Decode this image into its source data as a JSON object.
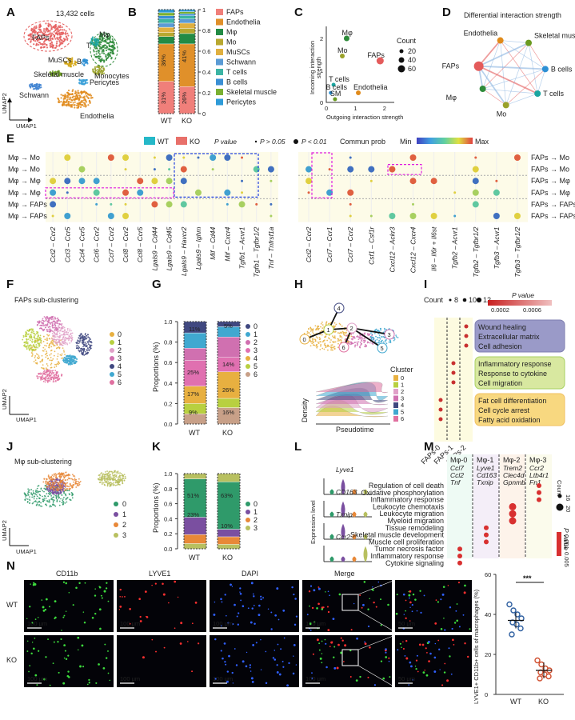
{
  "panel_letters": [
    "A",
    "B",
    "C",
    "D",
    "E",
    "F",
    "G",
    "H",
    "I",
    "J",
    "K",
    "L",
    "M",
    "N"
  ],
  "panelA": {
    "cell_count": "13,432 cells",
    "labels": [
      {
        "text": "FAPs",
        "color": "#e45b5b"
      },
      {
        "text": "Mφ",
        "color": "#2e8b3a"
      },
      {
        "text": "T",
        "color": "#1aa5a0"
      },
      {
        "text": "MuSCs",
        "color": "#d4a40f"
      },
      {
        "text": "B",
        "color": "#2e8fd4"
      },
      {
        "text": "Monocytes",
        "color": "#9aa12a"
      },
      {
        "text": "Skeletal muscle",
        "color": "#6a9a20"
      },
      {
        "text": "Pericytes",
        "color": "#3aa0d8"
      },
      {
        "text": "Schwann",
        "color": "#3a7fd0"
      },
      {
        "text": "Endothelia",
        "color": "#e08a1a"
      }
    ],
    "x_axis": "UMAP1",
    "y_axis": "UMAP2"
  },
  "panelB": {
    "groups": [
      "WT",
      "KO"
    ],
    "ticks": [
      "0",
      "0.2",
      "0.4",
      "0.6",
      "0.8",
      "1"
    ],
    "bar_labels": [
      "31%",
      "36%",
      "26%",
      "41%"
    ],
    "legend": [
      {
        "name": "FAPs",
        "color": "#f07f7a"
      },
      {
        "name": "Endothelia",
        "color": "#e0902a"
      },
      {
        "name": "Mφ",
        "color": "#238b45"
      },
      {
        "name": "Mo",
        "color": "#b8a830"
      },
      {
        "name": "MuSCs",
        "color": "#e0b040"
      },
      {
        "name": "Schwann",
        "color": "#5b9bd5"
      },
      {
        "name": "T cells",
        "color": "#3cb4a4"
      },
      {
        "name": "B cells",
        "color": "#3a8fd4"
      },
      {
        "name": "Skeletal muscle",
        "color": "#7ab032"
      },
      {
        "name": "Pericytes",
        "color": "#2e9bd8"
      }
    ]
  },
  "panelC": {
    "x_axis": "Outgoing interaction strength",
    "y_axis": "Incoming interaction\nstrength",
    "x_ticks": [
      "0",
      "1",
      "2"
    ],
    "y_ticks": [
      "0",
      "1",
      "2"
    ],
    "points": [
      {
        "name": "Mφ",
        "x": 0.7,
        "y": 2.0,
        "count": 40,
        "color": "#2e8b3a"
      },
      {
        "name": "Mo",
        "x": 0.55,
        "y": 1.45,
        "count": 30,
        "color": "#9aa12a"
      },
      {
        "name": "FAPs",
        "x": 1.85,
        "y": 1.3,
        "count": 60,
        "color": "#e45b5b"
      },
      {
        "name": "T cells",
        "x": 0.25,
        "y": 0.55,
        "count": 20,
        "color": "#1aa5a0"
      },
      {
        "name": "B cells",
        "x": 0.15,
        "y": 0.3,
        "count": 15,
        "color": "#2e8fd4"
      },
      {
        "name": "Endothelia",
        "x": 1.1,
        "y": 0.3,
        "count": 30,
        "color": "#e08a1a"
      },
      {
        "name": "SM",
        "x": 0.3,
        "y": 0.1,
        "count": 20,
        "color": "#6a9a20"
      }
    ],
    "legend_title": "Count",
    "legend_values": [
      "20",
      "40",
      "60"
    ]
  },
  "panelD": {
    "title": "Differential interaction strength",
    "nodes": [
      {
        "name": "Endothelia",
        "color": "#e08a1a"
      },
      {
        "name": "Skeletal muscle",
        "color": "#6a9a20"
      },
      {
        "name": "B cells",
        "color": "#2e8fd4"
      },
      {
        "name": "T cells",
        "color": "#1aa5a0"
      },
      {
        "name": "Mo",
        "color": "#9aa12a"
      },
      {
        "name": "Mφ",
        "color": "#2e8b3a"
      },
      {
        "name": "FAPs",
        "color": "#e45b5b"
      }
    ]
  },
  "panelE": {
    "legend": {
      "wt": "WT",
      "ko": "KO",
      "pvalue": "P value",
      "p1": "P > 0.05",
      "p2": "P < 0.01",
      "commun": "Commun prob",
      "min": "Min",
      "max": "Max"
    },
    "left_rows": [
      {
        "label": "Mφ → Mo",
        "group": "WT"
      },
      {
        "label": "Mφ → Mo",
        "group": "KO"
      },
      {
        "label": "Mφ → Mφ",
        "group": "WT"
      },
      {
        "label": "Mφ → Mφ",
        "group": "KO"
      },
      {
        "label": "Mφ → FAPs",
        "group": "WT"
      },
      {
        "label": "Mφ → FAPs",
        "group": "KO"
      }
    ],
    "right_rows": [
      {
        "label": "FAPs → Mo",
        "group": "WT"
      },
      {
        "label": "FAPs → Mo",
        "group": "KO"
      },
      {
        "label": "FAPs → Mφ",
        "group": "WT"
      },
      {
        "label": "FAPs → Mφ",
        "group": "KO"
      },
      {
        "label": "FAPs → FAPs",
        "group": "WT"
      },
      {
        "label": "FAPs → FAPs",
        "group": "KO"
      }
    ],
    "left_cols": [
      "Ccl2 – Ccr2",
      "Ccl3 – Ccr5",
      "Ccl4 – Ccr5",
      "Ccl6 – Ccr2",
      "Ccl7 – Ccr2",
      "Ccl8 – Ccr2",
      "Ccl8 – Ccr5",
      "Lgals9 – Cd44",
      "Lgals9 – Cd45",
      "Lgals9 – Havcr2",
      "Lgals9 – Ighm",
      "Mif – Cd44",
      "Mif – Cxcr4",
      "Tgfb1 – Acvr1",
      "Tgfb1 – Tgfbr1/2",
      "Tnf – Tnfrsf1a"
    ],
    "right_cols": [
      "Ccl2 – Ccr2",
      "Ccl7 – Ccr1",
      "Ccl7 – Ccr2",
      "Csf1 – Csf1r",
      "Cxcl12 – Ackr3",
      "Cxcl12 – Cxcr4",
      "Il6 – Il6r + Il6st",
      "Tgfb2 – Acvr1",
      "Tgfb2 – Tgfbr1/2",
      "Tgfb3 – Acvr1",
      "Tgfb3 – Tgfbr1/2"
    ],
    "wt_color": "#25b8c8",
    "ko_color": "#e8706a"
  },
  "panelF": {
    "title": "FAPs sub-clustering",
    "clusters": [
      {
        "id": "0",
        "color": "#e8b040"
      },
      {
        "id": "1",
        "color": "#b8d040"
      },
      {
        "id": "2",
        "color": "#e0a0c8"
      },
      {
        "id": "3",
        "color": "#d070b0"
      },
      {
        "id": "4",
        "color": "#404880"
      },
      {
        "id": "5",
        "color": "#40a8d0"
      },
      {
        "id": "6",
        "color": "#e070a0"
      }
    ],
    "x_axis": "UMAP1",
    "y_axis": "UMAP2"
  },
  "panelG": {
    "y_axis": "Proportions (%)",
    "ticks": [
      "0.0",
      "0.2",
      "0.4",
      "0.6",
      "0.8",
      "1.0"
    ],
    "groups": [
      "WT",
      "KO"
    ],
    "wt": [
      0.1,
      0.1,
      0.17,
      0.25,
      0.12,
      0.15,
      0.11
    ],
    "ko": [
      0.16,
      0.09,
      0.26,
      0.14,
      0.2,
      0.1,
      0.05
    ],
    "wt_labels": [
      "9%",
      "17%",
      "25%",
      "11%"
    ],
    "ko_labels": [
      "16%",
      "26%",
      "14%",
      "5%"
    ],
    "colors": [
      "#c8a088",
      "#b8d040",
      "#e8b040",
      "#e070b0",
      "#d070b0",
      "#40a8d0",
      "#404880"
    ],
    "legend": [
      "0",
      "1",
      "2",
      "3",
      "4",
      "5",
      "6"
    ]
  },
  "panelH": {
    "density": "Density",
    "pseudotime": "Pseudotime",
    "cluster_title": "Cluster",
    "clusters": [
      "0",
      "1",
      "2",
      "3",
      "4",
      "5",
      "6"
    ],
    "node_labels": [
      "0",
      "1",
      "2",
      "3",
      "4",
      "5",
      "6"
    ]
  },
  "panelI": {
    "count_title": "Count",
    "counts": [
      "8",
      "10",
      "12"
    ],
    "pvalue_title": "P value",
    "pvalue_ticks": [
      "0.0002",
      "0.0006"
    ],
    "x_labels": [
      "FAPs-0",
      "FAPs-1",
      "FAPs-2"
    ],
    "terms": [
      [
        "Wound healing",
        "Extracellular matrix",
        "Cell adhesion"
      ],
      [
        "Inflammatory response",
        "Response to cytokine",
        "Cell migration"
      ],
      [
        "Fat cell differentiation",
        "Cell cycle arrest",
        "Fatty acid oxidation"
      ]
    ]
  },
  "panelJ": {
    "title": "Mφ sub-clustering",
    "clusters": [
      {
        "id": "0",
        "color": "#2f9a6a"
      },
      {
        "id": "1",
        "color": "#7a4fa0"
      },
      {
        "id": "2",
        "color": "#e88838"
      },
      {
        "id": "3",
        "color": "#b8c060"
      }
    ],
    "x_axis": "UMAP1",
    "y_axis": "UMAP2"
  },
  "panelK": {
    "y_axis": "Proportions (%)",
    "ticks": [
      "0.0",
      "0.2",
      "0.4",
      "0.6",
      "0.8",
      "1.0"
    ],
    "groups": [
      "WT",
      "KO"
    ],
    "wt": [
      0.07,
      0.12,
      0.23,
      0.51,
      0.07
    ],
    "ko": [
      0.06,
      0.1,
      0.1,
      0.63,
      0.11
    ],
    "wt_labels": [
      "23%",
      "51%"
    ],
    "ko_labels": [
      "10%",
      "63%"
    ],
    "legend": [
      "0",
      "1",
      "2",
      "3"
    ],
    "colors": [
      "#2f9a6a",
      "#7a4fa0",
      "#e88838",
      "#b8c060"
    ]
  },
  "panelL": {
    "genes": [
      "Lyve1",
      "CD163",
      "Txnip",
      "Ccr2"
    ],
    "y_axis": "Expression level",
    "ticks": [
      "0",
      "1",
      "2",
      "3"
    ]
  },
  "panelM": {
    "headers": [
      {
        "title": "Mφ-0",
        "genes": [
          "Ccl7",
          "Ccl2",
          "Tnf"
        ],
        "color": "#2f9a6a"
      },
      {
        "title": "Mφ-1",
        "genes": [
          "Lyve1",
          "Cd163",
          "Txnip"
        ],
        "color": "#7a4fa0"
      },
      {
        "title": "Mφ-2",
        "genes": [
          "Trem2",
          "Clec4d",
          "Gpnmb"
        ],
        "color": "#e88838"
      },
      {
        "title": "Mφ-3",
        "genes": [
          "Ccr2",
          "Ltb4r1",
          "Fn1"
        ],
        "color": "#8a9030"
      }
    ],
    "terms": [
      {
        "text": "Regulation of cell death",
        "color": "#8a9030"
      },
      {
        "text": "Oxidative phosphorylation",
        "color": "#8a9030"
      },
      {
        "text": "Inflammatory response",
        "color": "#8a9030"
      },
      {
        "text": "Leukocyte chemotaxis",
        "color": "#e88838"
      },
      {
        "text": "Leukocyte migration",
        "color": "#e88838"
      },
      {
        "text": "Myeloid migration",
        "color": "#e88838"
      },
      {
        "text": "Tissue remodeling",
        "color": "#7a4fa0"
      },
      {
        "text": "Skeletal muscle development",
        "color": "#7a4fa0"
      },
      {
        "text": "Muscle cell proliferation",
        "color": "#7a4fa0"
      },
      {
        "text": "Tumor necrosis factor",
        "color": "#2f9a6a"
      },
      {
        "text": "Inflammatory response",
        "color": "#2f9a6a"
      },
      {
        "text": "Cytokine signaling",
        "color": "#2f9a6a"
      }
    ],
    "count_title": "Count",
    "counts": [
      "16",
      "20"
    ],
    "pvalue_title": "P value",
    "pvalue_ticks": [
      "0.001",
      "0.005"
    ]
  },
  "panelN": {
    "channels": [
      "CD11b",
      "LYVE1",
      "DAPI",
      "Merge"
    ],
    "channel_colors": [
      "#3ddc3d",
      "#ff3030",
      "#38a8ff",
      "#ffffff"
    ],
    "rows": [
      "WT",
      "KO"
    ],
    "scale": "100 μm",
    "scale_zoom": "50 μm",
    "chart_data": {
      "type": "scatter",
      "categories": [
        "WT",
        "KO"
      ],
      "ylabel": "LYVE1+ CD11b+ cells of macrophages (%)",
      "ylim": [
        0,
        60
      ],
      "y_ticks": [
        "0",
        "20",
        "40",
        "60"
      ],
      "significance": "***",
      "series": [
        {
          "name": "WT",
          "mean": 37,
          "values": [
            45,
            42,
            40,
            38,
            36,
            35,
            33,
            30
          ],
          "color": "#2e5fa0"
        },
        {
          "name": "KO",
          "mean": 12,
          "values": [
            17,
            15,
            13,
            12,
            11,
            10,
            9,
            8
          ],
          "color": "#d05030"
        }
      ]
    }
  }
}
